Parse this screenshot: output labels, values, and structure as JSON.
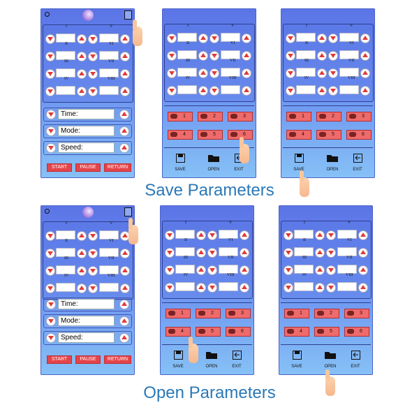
{
  "captions": [
    "Save Parameters",
    "Open Parameters"
  ],
  "roman_left": [
    "I",
    "II",
    "III",
    "IV"
  ],
  "roman_right": [
    "V",
    "VI",
    "VII",
    "VIII"
  ],
  "params": [
    "Time:",
    "Mode:",
    "Speed:"
  ],
  "actions": [
    "START",
    "PAUSE",
    "RETURN"
  ],
  "presets": [
    "1",
    "2",
    "3",
    "4",
    "5",
    "6"
  ],
  "footer": [
    "SAVE",
    "OPEN",
    "EXIT"
  ],
  "colors": {
    "accent": "#e03a3a",
    "caption": "#2b78b6"
  }
}
